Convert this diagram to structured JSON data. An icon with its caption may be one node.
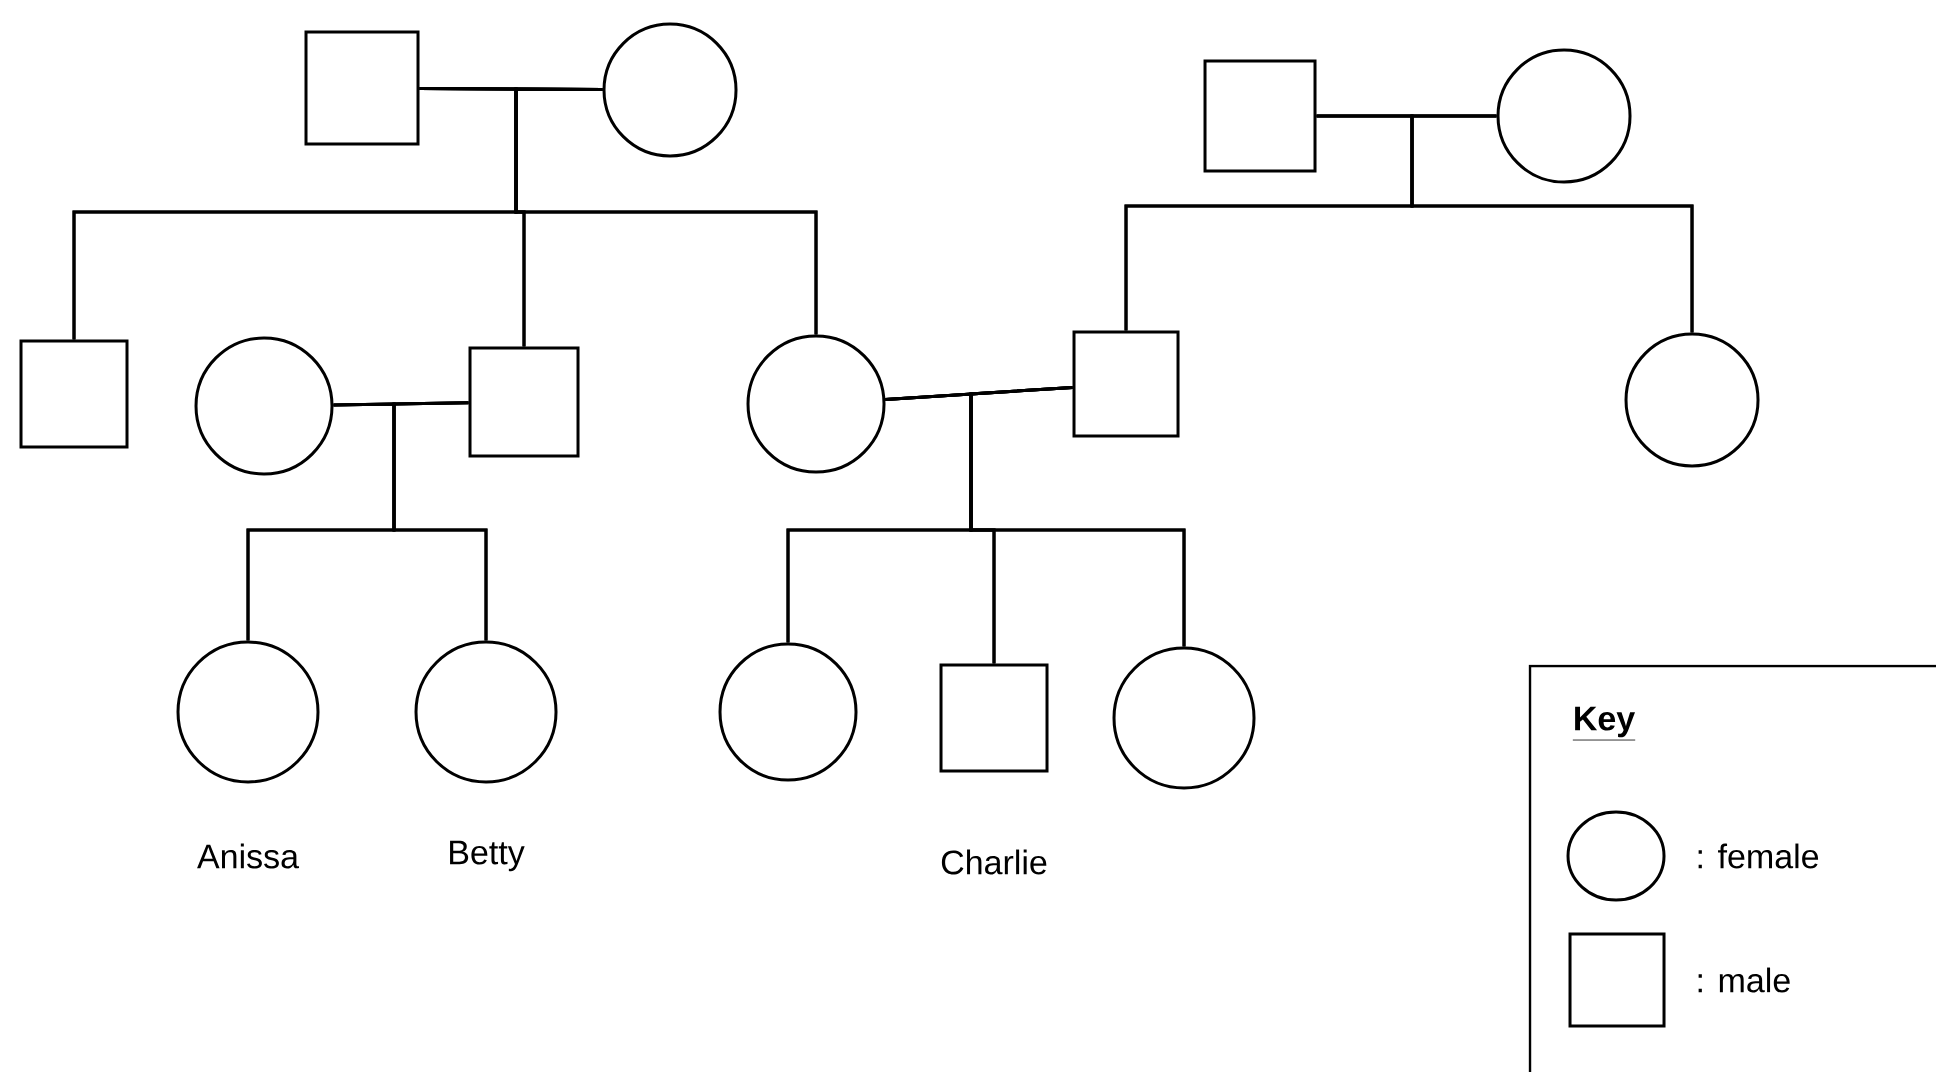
{
  "diagram": {
    "nodes": [
      {
        "text": [],
        "shape": "box"
      },
      {
        "text": [],
        "shape": "circle"
      },
      {
        "text": [],
        "shape": "box"
      },
      {
        "text": [],
        "shape": "circle"
      },
      {
        "text": [],
        "shape": "box"
      },
      {
        "text": [],
        "shape": "circle"
      },
      {
        "text": [],
        "shape": "box"
      },
      {
        "text": [],
        "shape": "circle"
      },
      {
        "text": [],
        "shape": "box"
      },
      {
        "text": [],
        "shape": "circle"
      },
      {
        "text": [],
        "shape": "circle",
        "beside": [
          "Anissa"
        ]
      },
      {
        "text": [],
        "shape": "circle",
        "beside": [
          "Betty"
        ]
      },
      {
        "text": [],
        "shape": "circle"
      },
      {
        "text": [],
        "shape": "box",
        "beside": [
          "Charlie"
        ]
      },
      {
        "text": [],
        "shape": "circle"
      }
    ],
    "edges": [
      {
        "from": 0,
        "to": 1,
        "arrow": "none"
      },
      {
        "from": 2,
        "to": 3,
        "arrow": "none"
      },
      {
        "from": 5,
        "to": 6,
        "arrow": "none"
      },
      {
        "from": 7,
        "to": 8,
        "arrow": "none"
      },
      {
        "from": 0,
        "to": 4,
        "arrow": "none"
      },
      {
        "from": 1,
        "to": 4,
        "arrow": "none"
      },
      {
        "from": 0,
        "to": 6,
        "arrow": "none"
      },
      {
        "from": 1,
        "to": 6,
        "arrow": "none"
      },
      {
        "from": 0,
        "to": 7,
        "arrow": "none"
      },
      {
        "from": 1,
        "to": 7,
        "arrow": "none"
      },
      {
        "from": 2,
        "to": 8,
        "arrow": "none"
      },
      {
        "from": 3,
        "to": 8,
        "arrow": "none"
      },
      {
        "from": 2,
        "to": 9,
        "arrow": "none"
      },
      {
        "from": 3,
        "to": 9,
        "arrow": "none"
      },
      {
        "from": 5,
        "to": 10,
        "arrow": "none"
      },
      {
        "from": 6,
        "to": 10,
        "arrow": "none"
      },
      {
        "from": 5,
        "to": 11,
        "arrow": "none"
      },
      {
        "from": 6,
        "to": 11,
        "arrow": "none"
      },
      {
        "from": 7,
        "to": 12,
        "arrow": "none"
      },
      {
        "from": 8,
        "to": 12,
        "arrow": "none"
      },
      {
        "from": 7,
        "to": 13,
        "arrow": "none"
      },
      {
        "from": 8,
        "to": 13,
        "arrow": "none"
      },
      {
        "from": 7,
        "to": 14,
        "arrow": "none"
      },
      {
        "from": 8,
        "to": 14,
        "arrow": "none"
      }
    ],
    "labels": [
      "Key"
    ],
    "legend": [
      {
        "text": ": female"
      },
      {
        "text": ": male"
      }
    ]
  }
}
